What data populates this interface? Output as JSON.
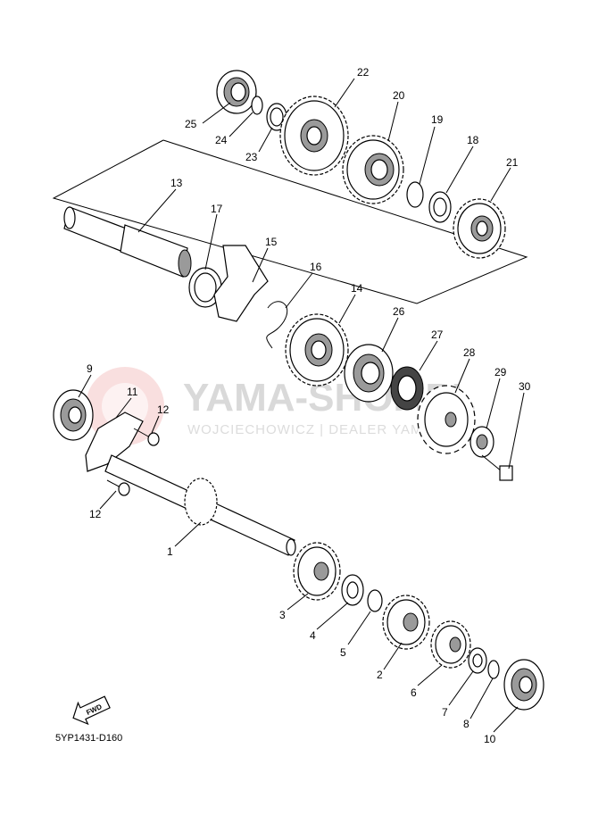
{
  "watermark": {
    "title": "YAMA-SHOP.PL",
    "subtitle": "WOJCIECHOWICZ | DEALER YAMAHA"
  },
  "diagram_code": "5YP1431-D160",
  "fwd_label": "FWD",
  "callouts": {
    "p1": "1",
    "p2": "2",
    "p3": "3",
    "p4": "4",
    "p5": "5",
    "p6": "6",
    "p7": "7",
    "p8": "8",
    "p9": "9",
    "p10": "10",
    "p11": "11",
    "p12a": "12",
    "p12b": "12",
    "p13": "13",
    "p14": "14",
    "p15": "15",
    "p16": "16",
    "p17": "17",
    "p18": "18",
    "p19": "19",
    "p20": "20",
    "p21": "21",
    "p22": "22",
    "p23": "23",
    "p24": "24",
    "p25": "25",
    "p26": "26",
    "p27": "27",
    "p28": "28",
    "p29": "29",
    "p30": "30"
  },
  "colors": {
    "watermark_logo": "#f4b8b8",
    "watermark_text": "#d9d9d9"
  }
}
